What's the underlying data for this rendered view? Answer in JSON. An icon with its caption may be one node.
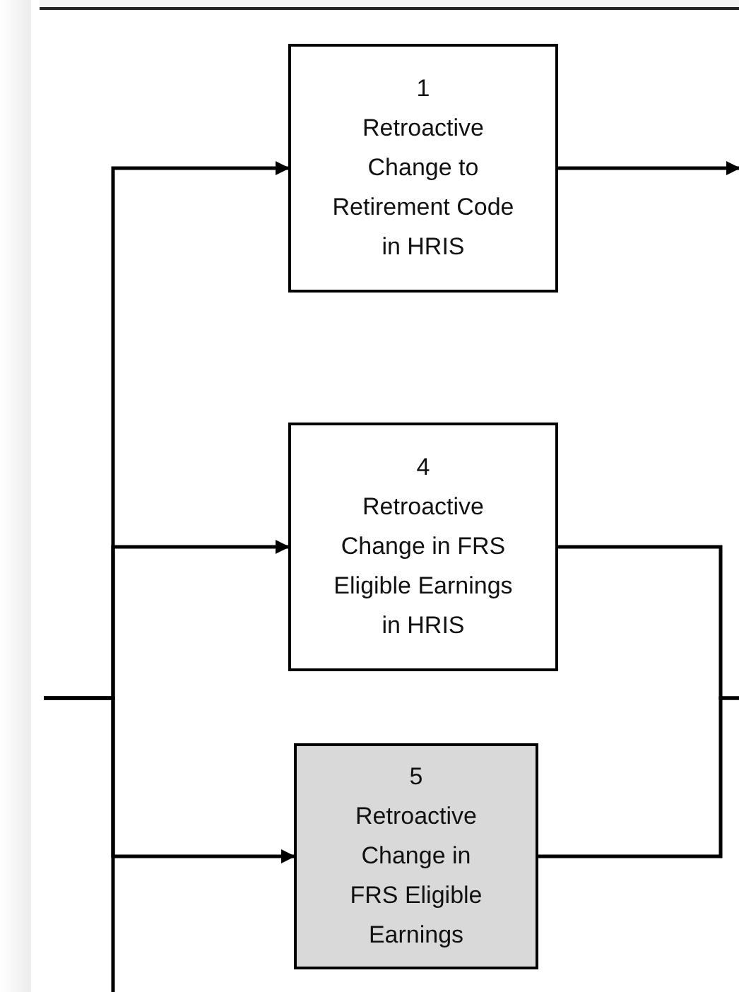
{
  "diagram": {
    "nodes": [
      {
        "text": [
          "1",
          "Retroactive Change to Retirement Code in HRIS"
        ]
      },
      {
        "text": [
          "4",
          "Retroactive Change in FRS Eligible Earnings in HRIS"
        ]
      },
      {
        "text": [
          "5",
          "Retroactive Change in FRS Eligible Earnings"
        ]
      }
    ],
    "edges": [
      {
        "from": null,
        "to": 0,
        "arrow": "to"
      },
      {
        "from": null,
        "to": 1,
        "arrow": "to"
      },
      {
        "from": null,
        "to": 2,
        "arrow": "to"
      },
      {
        "from": 0,
        "to": null,
        "arrow": "to"
      },
      {
        "from": 1,
        "to": null,
        "arrow": "none"
      },
      {
        "from": 2,
        "to": null,
        "arrow": "none"
      }
    ]
  }
}
